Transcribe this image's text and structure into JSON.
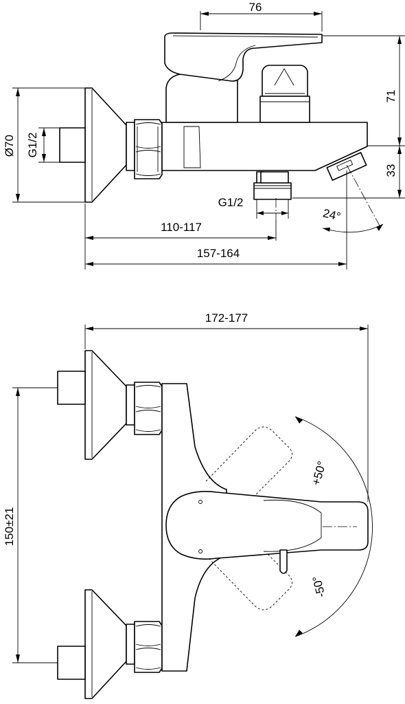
{
  "side_view": {
    "dim_lever_width": "76",
    "dim_height_lever": "71",
    "dim_spout_height": "33",
    "dim_wall_flange_dia": "Ø70",
    "thread_inlet": "G1/2",
    "thread_outlet": "G1/2",
    "dim_outlet_projection": "110-117",
    "dim_spout_projection": "157-164",
    "spout_angle": "24°"
  },
  "top_view": {
    "dim_total_projection": "172-177",
    "dim_inlet_centres": "150±21",
    "lever_rotation_positive": "+50°",
    "lever_rotation_negative": "-50°"
  }
}
